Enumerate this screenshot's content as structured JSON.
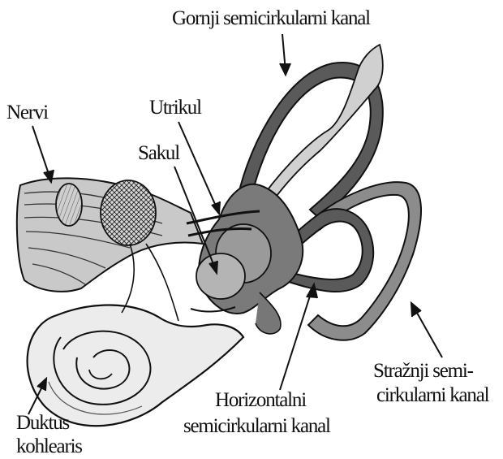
{
  "labels": {
    "gornji": "Gornji semicirkularni kanal",
    "nervi": "Nervi",
    "utrikul": "Utrikul",
    "sakul": "Sakul",
    "straznji_line1": "Stražnji semi-",
    "straznji_line2": "cirkularni kanal",
    "horizontalni_line1": "Horizontalni",
    "horizontalni_line2": "semicirkularni kanal",
    "duktus_line1": "Duktus",
    "duktus_line2": "kohlearis"
  },
  "colors": {
    "outline": "#111111",
    "canal_fill": "#5a5a5a",
    "canal_light": "#8c8c8c",
    "nerve_fill": "#c9c9c9",
    "cochlea_fill": "#ececec",
    "ampulla_fill": "#d0d0d0"
  }
}
